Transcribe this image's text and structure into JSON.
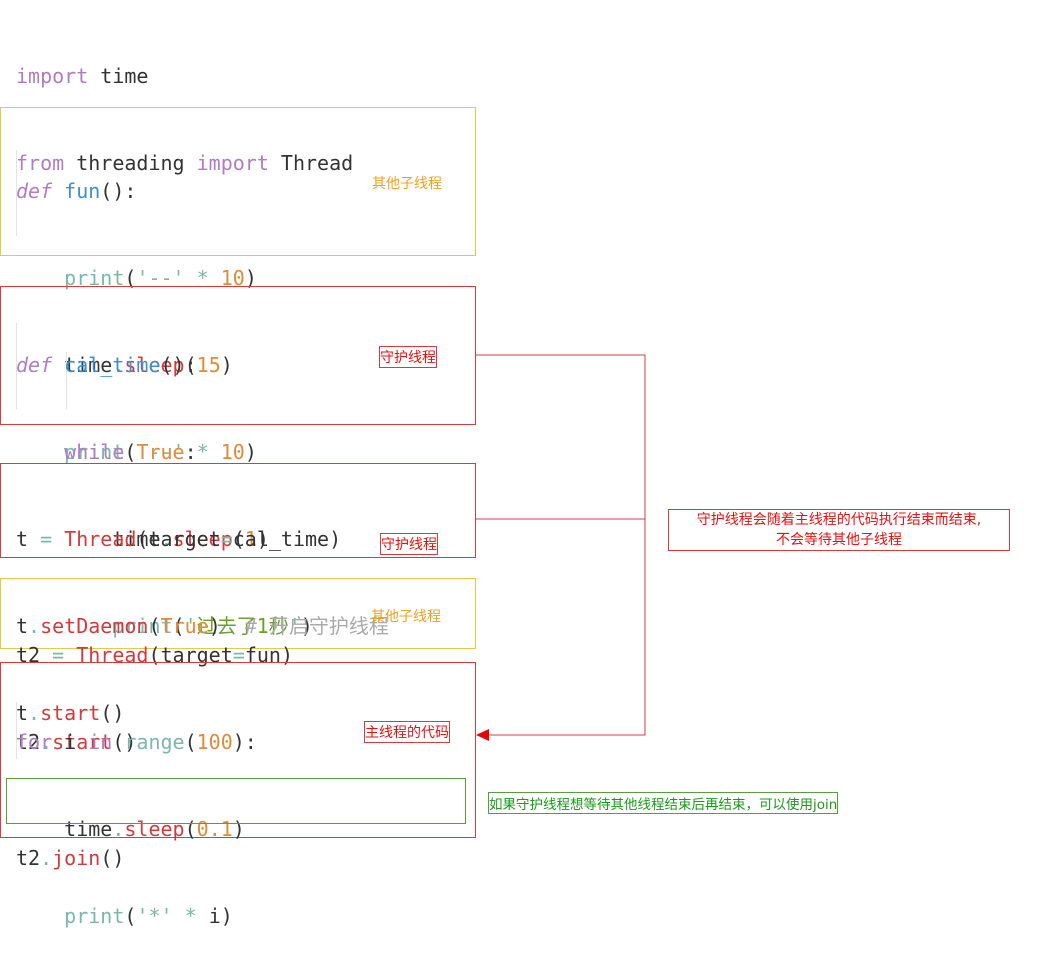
{
  "imports": {
    "line1": {
      "kw": "import",
      "mod": " time"
    },
    "line2": {
      "kw1": "from",
      "mod": " threading ",
      "kw2": "import",
      "name": " Thread"
    }
  },
  "fun_block": {
    "def_kw": "def",
    "name": "fun",
    "sig": "():",
    "l1": {
      "print": "print",
      "open": "(",
      "str": "'--'",
      "op": " * ",
      "num": "10",
      "close": ")"
    },
    "l2": {
      "obj": "time",
      "dot": ".",
      "meth": "sleep",
      "open": "(",
      "num": "15",
      "close": ")"
    },
    "l3": {
      "print": "print",
      "open": "(",
      "str": "'--'",
      "op": " * ",
      "num": "10",
      "close": ")"
    }
  },
  "cal_block": {
    "def_kw": "def",
    "name": "cal_time",
    "sig": "():",
    "while_kw": "while",
    "true_kw": "True",
    "colon": ":",
    "l3": {
      "obj": "time",
      "dot": ".",
      "meth": "sleep",
      "open": "(",
      "num": "1",
      "close": ")"
    },
    "l4": {
      "print": "print",
      "open": "(",
      "q1": "'",
      "cn": "过去了1秒",
      "q2": "'",
      "close": ")"
    }
  },
  "thread_block": {
    "l1": {
      "var": "t",
      "op": " = ",
      "cls": "Thread",
      "open": "(",
      "arg": "target",
      "eq": "=",
      "val": "cal_time",
      "close": ")"
    },
    "l2": {
      "var": "t",
      "dot": ".",
      "meth": "setDaemon",
      "open": "(",
      "true_kw": "True",
      "close": ")",
      "comment": "  # 开启守护线程"
    },
    "l3": {
      "var": "t",
      "dot": ".",
      "meth": "start",
      "paren": "()"
    }
  },
  "t2_block": {
    "l1": {
      "var": "t2",
      "op": " = ",
      "cls": "Thread",
      "open": "(",
      "arg": "target",
      "eq": "=",
      "val": "fun",
      "close": ")"
    },
    "l2": {
      "var": "t2",
      "dot": ".",
      "meth": "start",
      "paren": "()"
    }
  },
  "main_block": {
    "l1": {
      "for": "for",
      "i": " i ",
      "in": "in",
      "range": " range",
      "open": "(",
      "num": "100",
      "close": "):"
    },
    "l2": {
      "obj": "time",
      "dot": ".",
      "meth": "sleep",
      "open": "(",
      "num": "0.1",
      "close": ")"
    },
    "l3": {
      "print": "print",
      "open": "(",
      "str": "'*'",
      "op": " * ",
      "i": "i",
      "close": ")"
    },
    "join": {
      "var": "t2",
      "dot": ".",
      "meth": "join",
      "paren": "()"
    }
  },
  "annotations": {
    "other_thread_1": "其他子线程",
    "daemon_thread_1": "守护线程",
    "daemon_thread_2": "守护线程",
    "other_thread_2": "其他子线程",
    "main_code": "主线程的代码",
    "explain_line1": "守护线程会随着主线程的代码执行结束而结束,",
    "explain_line2": "不会等待其他子线程",
    "join_note": "如果守护线程想等待其他线程结束后再结束，可以使用join"
  },
  "colors": {
    "yellow_box": "#e8c84a",
    "red_box": "#d63c3c",
    "green_box": "#5a9e3a",
    "red_text": "#e81010",
    "orange_text": "#f0a020",
    "green_text": "#1a9a1a"
  }
}
